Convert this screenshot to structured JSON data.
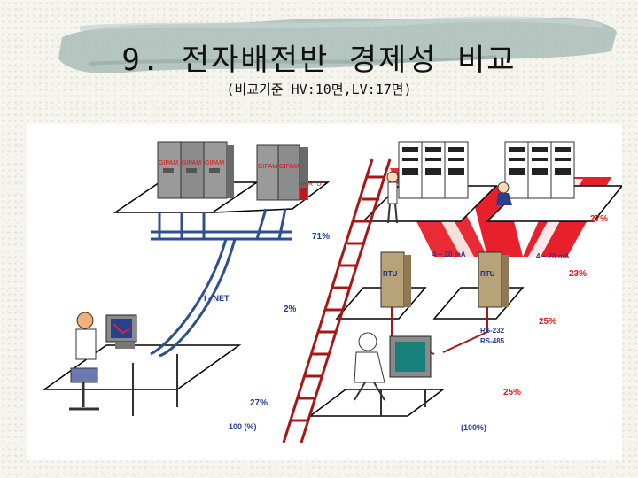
{
  "title": "9. 전자배전반 경제성 비교",
  "subtitle": "(비교기준 HV:10면,LV:17면)",
  "panel_labels": {
    "gipam_1": "GIPAM",
    "gipam_2": "GIPAM",
    "gipam_3": "GIPAM",
    "gipam_4": "GIPAM",
    "gipam_5": "GIPAM",
    "mini_rtu": "m-RTU",
    "rtu_left": "RTU",
    "rtu_right": "RTU"
  },
  "network_label": "I - NET",
  "signal_labels": {
    "left": "4 ~ 20 mA",
    "right": "4 ~ 20 mA"
  },
  "comm_labels": {
    "rs232": "RS-232",
    "rs485": "RS-485"
  },
  "percentages": {
    "p71": "71%",
    "p2": "2%",
    "p27_left": "27%",
    "p100_left": "100 (%)",
    "p27_right": "27%",
    "p23": "23%",
    "p25_upper": "25%",
    "p25_lower": "25%",
    "p100_right": "(100%)"
  },
  "colors": {
    "accent_red": "#e8202b",
    "network_blue": "#2f4f8f",
    "percent_red": "#e01818",
    "label_blue": "#1f3f8f",
    "ladder": "#a61818"
  }
}
